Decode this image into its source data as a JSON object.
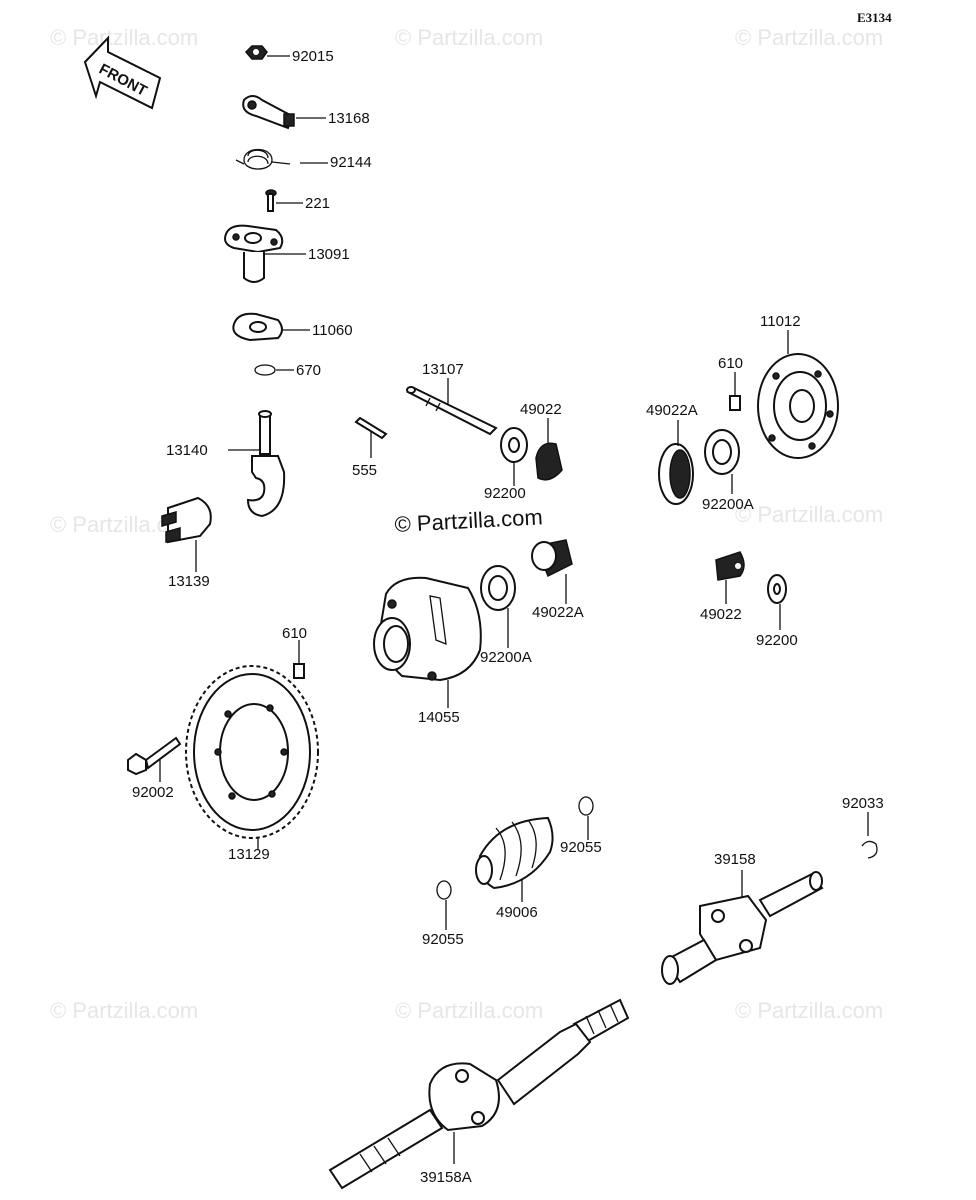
{
  "diagram_code": "E3134",
  "front_label": "FRONT",
  "watermark_main": "© Partzilla.com",
  "watermarks": [
    "© Partzilla.com",
    "© Partzilla.com",
    "© Partzilla.com",
    "© Partzilla.com",
    "© Partzilla.com",
    "© Partzilla.com",
    "© Partzilla.com"
  ],
  "parts": [
    {
      "id": "92015"
    },
    {
      "id": "13168"
    },
    {
      "id": "92144"
    },
    {
      "id": "221"
    },
    {
      "id": "13091"
    },
    {
      "id": "11060"
    },
    {
      "id": "670"
    },
    {
      "id": "13107"
    },
    {
      "id": "555"
    },
    {
      "id": "13140"
    },
    {
      "id": "13139"
    },
    {
      "id": "49022"
    },
    {
      "id": "92200"
    },
    {
      "id": "49022A"
    },
    {
      "id": "92200A"
    },
    {
      "id": "610"
    },
    {
      "id": "11012"
    },
    {
      "id": "49022A"
    },
    {
      "id": "92200A"
    },
    {
      "id": "14055"
    },
    {
      "id": "49022"
    },
    {
      "id": "92200"
    },
    {
      "id": "610"
    },
    {
      "id": "92002"
    },
    {
      "id": "13129"
    },
    {
      "id": "92055"
    },
    {
      "id": "49006"
    },
    {
      "id": "92055"
    },
    {
      "id": "92033"
    },
    {
      "id": "39158"
    },
    {
      "id": "39158A"
    }
  ]
}
